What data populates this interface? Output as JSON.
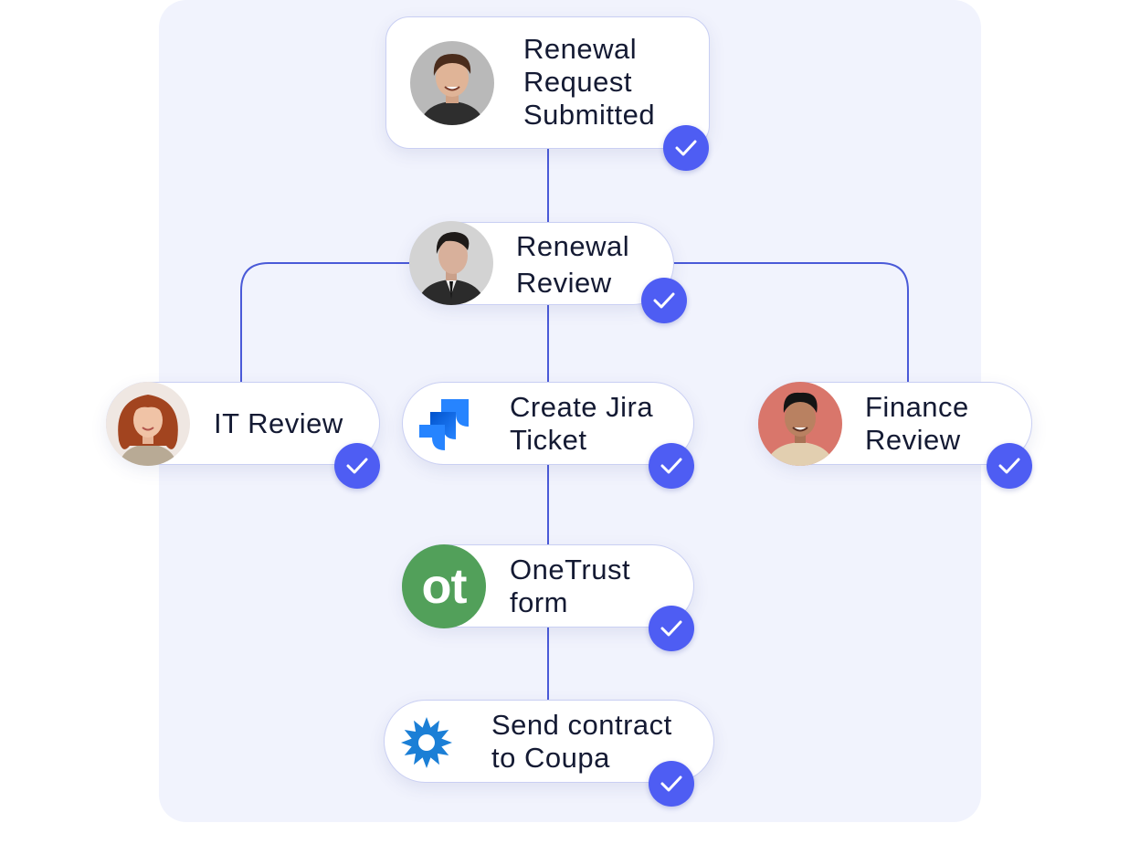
{
  "diagram": {
    "colors": {
      "panel": "#f1f3fd",
      "connector": "#4a5ad8",
      "check": "#4e5df3",
      "onetrust": "#52a05a",
      "jira": "#2684ff",
      "coupa": "#1b7fd6"
    },
    "nodes": {
      "renewal_request": {
        "label": "Renewal\nRequest\nSubmitted",
        "icon": "person-avatar",
        "status": "check-icon"
      },
      "renewal_review": {
        "label": "Renewal\nReview",
        "icon": "person-avatar",
        "status": "check-icon"
      },
      "it_review": {
        "label": "IT Review",
        "icon": "person-avatar",
        "status": "check-icon"
      },
      "create_jira": {
        "label": "Create Jira\nTicket",
        "icon": "jira-logo-icon",
        "status": "check-icon"
      },
      "finance_review": {
        "label": "Finance\nReview",
        "icon": "person-avatar",
        "status": "check-icon"
      },
      "onetrust_form": {
        "label": "OneTrust\nform",
        "icon": "onetrust-logo-icon",
        "logo_text": "ot",
        "status": "check-icon"
      },
      "send_coupa": {
        "label": "Send contract\nto Coupa",
        "icon": "coupa-logo-icon",
        "status": "check-icon"
      }
    }
  }
}
